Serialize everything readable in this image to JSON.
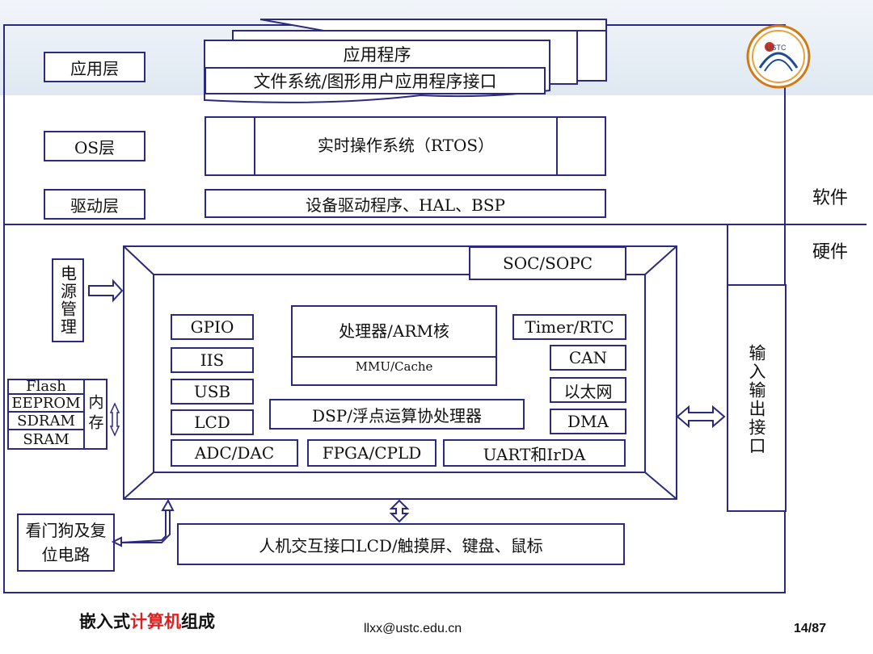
{
  "software": {
    "side_label": "软件",
    "app_layer": {
      "label": "应用层",
      "programs": "应用程序",
      "interface": "文件系统/图形用户应用程序接口"
    },
    "os_layer": {
      "label": "OS层",
      "rtos": "实时操作系统（RTOS）"
    },
    "driver_layer": {
      "label": "驱动层",
      "drivers": "设备驱动程序、HAL、BSP"
    }
  },
  "hardware": {
    "side_label": "硬件",
    "power": "电源管理",
    "memory": {
      "types": [
        "Flash",
        "EEPROM",
        "SDRAM",
        "SRAM"
      ],
      "label": "内存"
    },
    "watchdog": "看门狗及复位电路",
    "soc": "SOC/SOPC",
    "processor": {
      "name": "处理器/ARM核",
      "cache": "MMU/Cache"
    },
    "dsp": "DSP/浮点运算协处理器",
    "left_modules": [
      "GPIO",
      "IIS",
      "USB",
      "LCD",
      "ADC/DAC"
    ],
    "right_modules": [
      "Timer/RTC",
      "CAN",
      "以太网",
      "DMA"
    ],
    "fpga": "FPGA/CPLD",
    "uart": "UART和IrDA",
    "io_interface": "输入输出接口",
    "hmi": "人机交互接口LCD/触摸屏、键盘、鼠标"
  },
  "footer": {
    "title_prefix": "嵌入式",
    "title_highlight": "计算机",
    "title_suffix": "组成",
    "email": "llxx@ustc.edu.cn",
    "page": "14/87"
  },
  "logo": {
    "text": "USTC",
    "icon": "ustc-seal-icon"
  },
  "colors": {
    "line": "#2b2a7e",
    "highlight": "#e02020",
    "band": "#d6e2ee"
  }
}
